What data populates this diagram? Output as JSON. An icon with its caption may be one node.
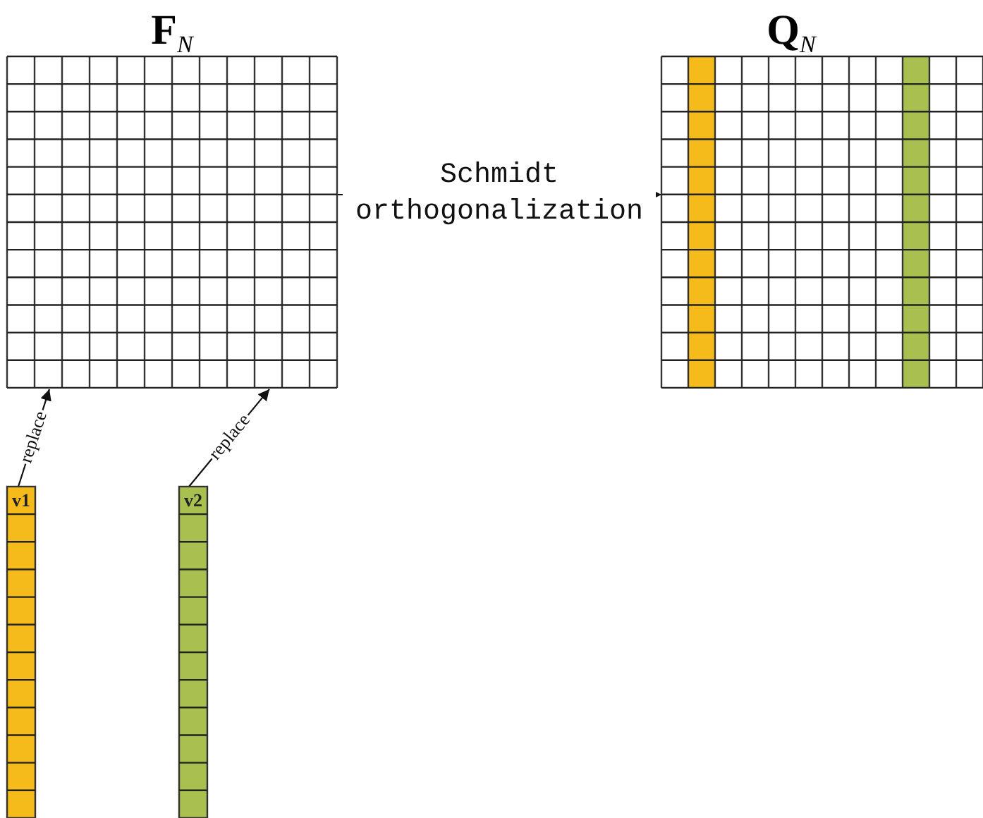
{
  "diagram": {
    "nodes": [
      {
        "text": [
          "**F**$_{N}$"
        ]
      },
      {
        "text": [
          "**Q**$_{N}$"
        ]
      },
      {
        "text": [
          "v1"
        ]
      },
      {
        "text": [
          "v2"
        ]
      }
    ],
    "edges": [
      {
        "from": 0,
        "to": 1,
        "arrow": "to",
        "label": "Schmidt orthogonalization"
      },
      {
        "from": 2,
        "to": 0,
        "arrow": "to",
        "label": "replace"
      },
      {
        "from": 3,
        "to": 0,
        "arrow": "to",
        "label": "replace"
      }
    ]
  }
}
